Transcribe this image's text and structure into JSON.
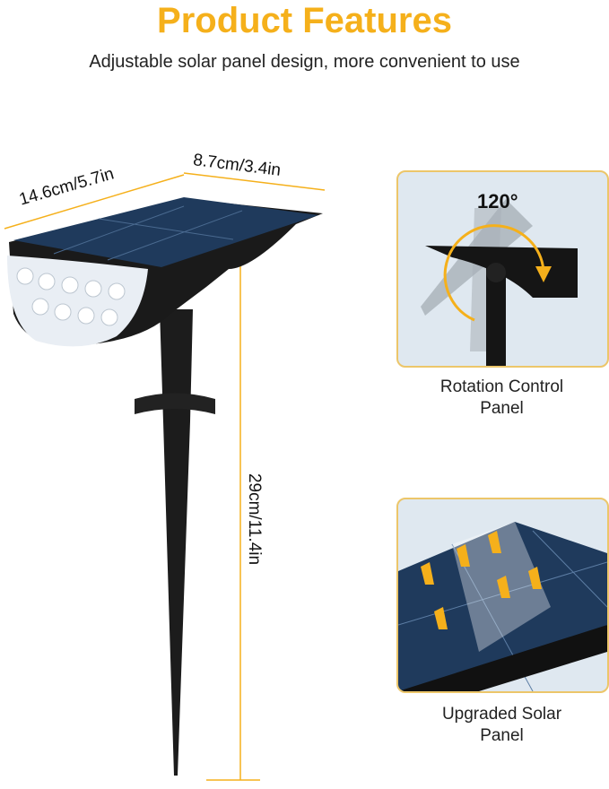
{
  "header": {
    "title": "Product Features",
    "subtitle": "Adjustable solar panel design, more convenient to use"
  },
  "dimensions": {
    "length": "14.6cm/5.7in",
    "width": "8.7cm/3.4in",
    "height": "29cm/11.4in"
  },
  "features": [
    {
      "label_line1": "Rotation Control",
      "label_line2": "Panel",
      "angle": "120°"
    },
    {
      "label_line1": "Upgraded Solar",
      "label_line2": "Panel"
    }
  ],
  "colors": {
    "accent": "#f5b01b",
    "panel": "#1f3a5c",
    "body": "#1a1a1a",
    "box_bg": "#dfe8f0"
  }
}
